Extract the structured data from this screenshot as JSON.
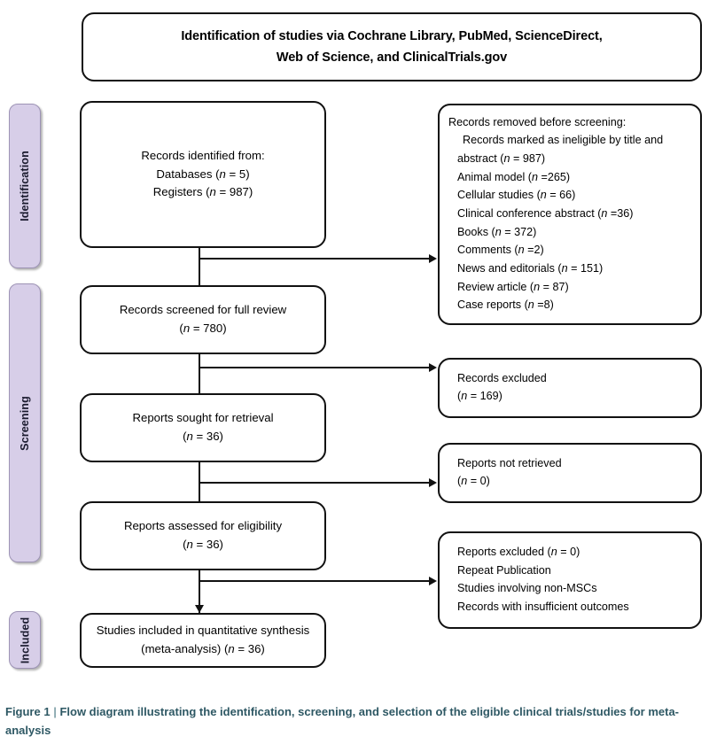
{
  "figure": {
    "header": {
      "line1": "Identification of studies via Cochrane Library, PubMed, ScienceDirect,",
      "line2": "Web of Science, and ClinicalTrials.gov"
    },
    "stages": [
      {
        "label": "Identification"
      },
      {
        "label": "Screening"
      },
      {
        "label": "Included"
      }
    ],
    "main_boxes": [
      {
        "name": "records-identified",
        "lines": [
          "Records identified from:",
          "Databases (n = 5)",
          "Registers (n = 987)"
        ]
      },
      {
        "name": "records-screened",
        "lines": [
          "Records screened for full review",
          "(n = 780)"
        ]
      },
      {
        "name": "reports-sought",
        "lines": [
          "Reports sought for retrieval",
          "(n = 36)"
        ]
      },
      {
        "name": "reports-assessed",
        "lines": [
          "Reports assessed for eligibility",
          "(n = 36)"
        ]
      },
      {
        "name": "studies-included",
        "lines": [
          "Studies included in quantitative synthesis",
          "(meta-analysis) (n = 36)"
        ]
      }
    ],
    "side_boxes": [
      {
        "name": "records-removed",
        "lines": [
          "Records removed before screening:",
          "Records marked as ineligible by title and",
          "abstract (n = 987)",
          "Animal model (n =265)",
          "Cellular studies (n = 66)",
          "Clinical conference abstract (n =36)",
          "Books (n = 372)",
          "Comments (n =2)",
          "News and editorials (n = 151)",
          "Review article (n = 87)",
          "Case reports (n =8)"
        ]
      },
      {
        "name": "records-excluded",
        "lines": [
          "Records excluded",
          "(n = 169)"
        ]
      },
      {
        "name": "reports-not-retrieved",
        "lines": [
          "Reports not retrieved",
          "(n = 0)"
        ]
      },
      {
        "name": "reports-excluded",
        "lines": [
          "Reports excluded (n = 0)",
          "Repeat Publication",
          "Studies involving non-MSCs",
          "Records with insufficient outcomes"
        ]
      }
    ],
    "caption": {
      "label": "Figure 1",
      "separator": "|",
      "text_line1": "Flow diagram illustrating the identification, screening, and selection of the eligible clinical trials/studies",
      "text_line2": "for meta-analysis"
    },
    "colors": {
      "stage_fill": "#d7cee8",
      "stage_border": "#9d93b5",
      "box_border": "#111111",
      "caption_color": "#2e5864"
    }
  }
}
